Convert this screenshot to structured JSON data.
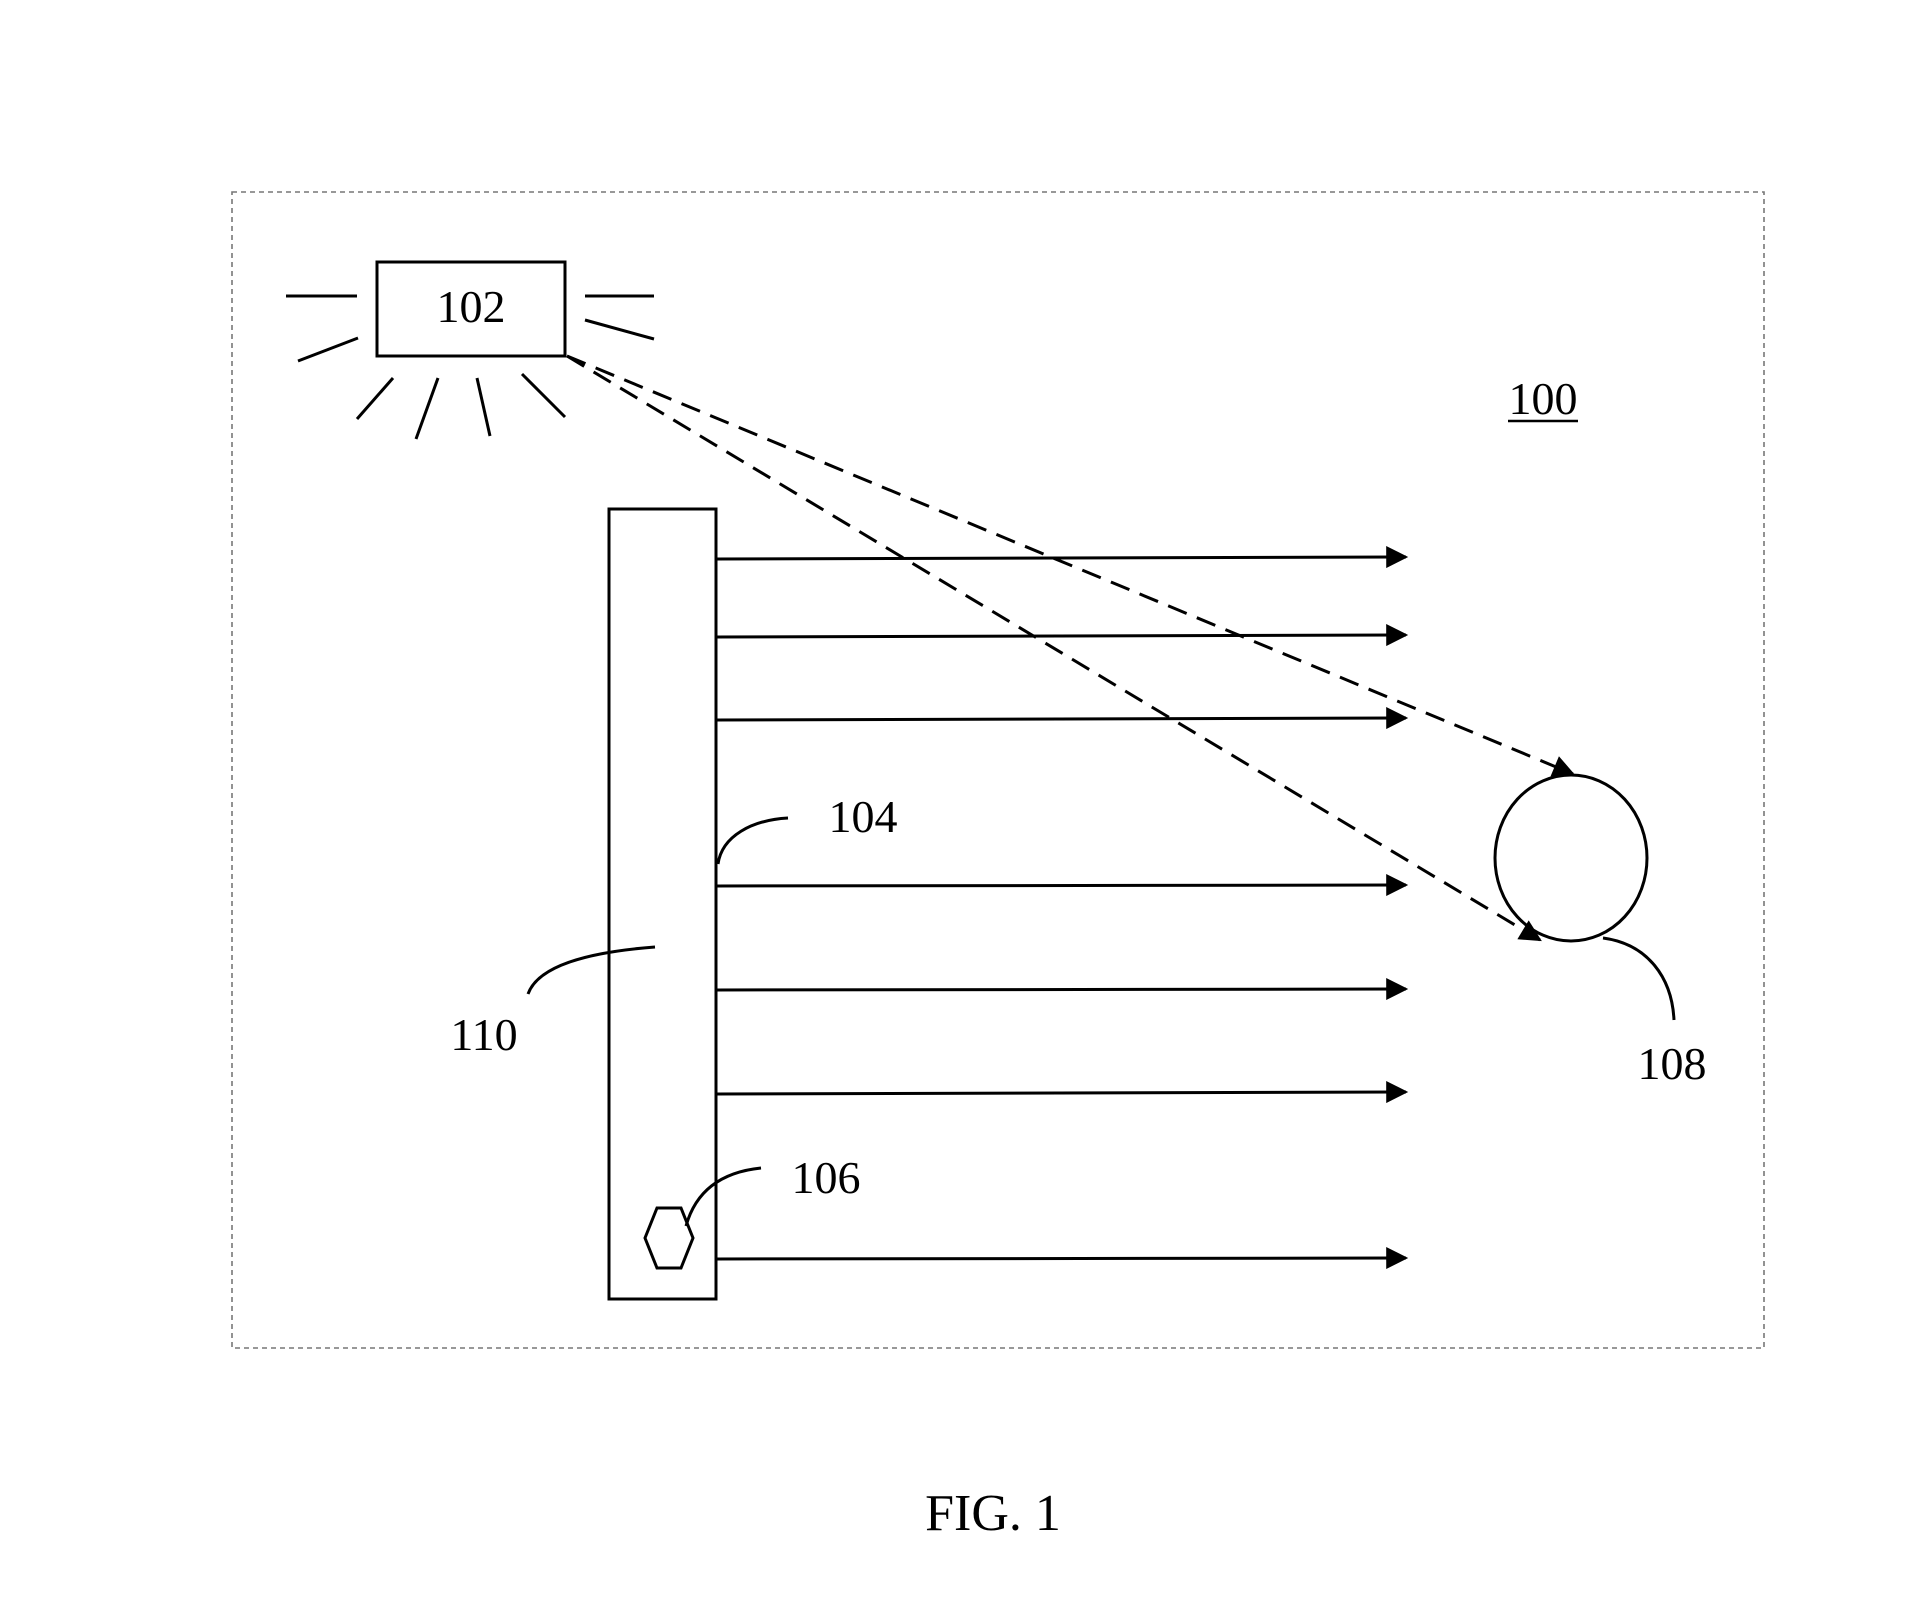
{
  "figure": {
    "caption": "FIG. 1",
    "labels": {
      "system": "100",
      "light_source": "102",
      "surface": "104",
      "sensor": "106",
      "target": "108",
      "panel": "110"
    }
  },
  "colors": {
    "ink": "#000000",
    "frame": "#777777",
    "background": "#ffffff"
  },
  "icons": [
    "hexagon-icon",
    "circle-shape",
    "arrowhead-icon"
  ]
}
